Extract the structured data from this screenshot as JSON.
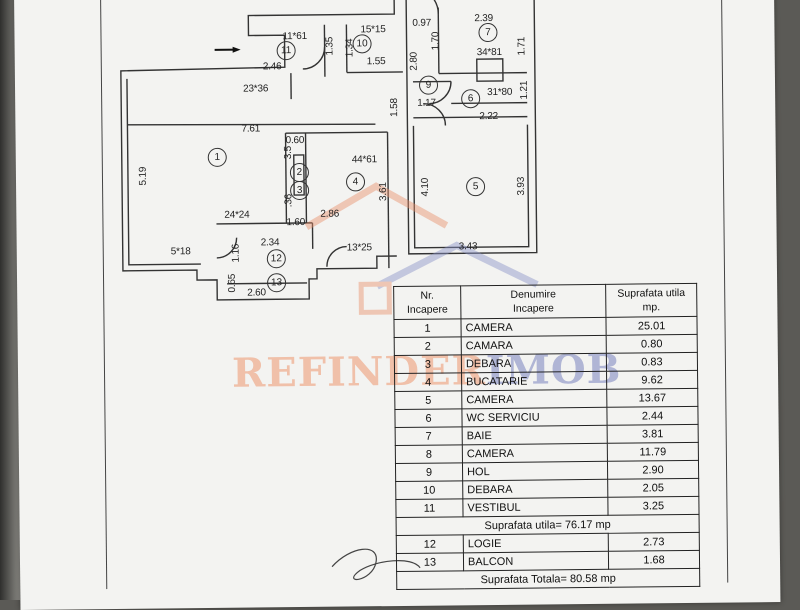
{
  "watermark": {
    "text_main": "REFINDER",
    "text_tail": "IMOB"
  },
  "plan": {
    "rooms": [
      "1",
      "2",
      "3",
      "4",
      "5",
      "6",
      "7",
      "9",
      "10",
      "11",
      "12",
      "13"
    ],
    "dims": {
      "d_11_61": "11*61",
      "d_15_15": "15*15",
      "d_0_97": "0.97",
      "d_2_39": "2.39",
      "d_1_35": "1.35",
      "d_1_34": "1.34",
      "d_1_70": "1.70",
      "d_1_71": "1.71",
      "d_2_46": "2.46",
      "d_1_55": "1.55",
      "d_2_80": "2.80",
      "d_34_81": "34*81",
      "d_23_36": "23*36",
      "d_31_80": "31*80",
      "d_1_21": "1.21",
      "d_1_58": "1.58",
      "d_1_17": "1.17",
      "d_2_22": "2.22",
      "d_7_61": "7.61",
      "d_0_60": "0.60",
      "d_44_61": "44*61",
      "d_5_19": "5.19",
      "d_4_10": "4.10",
      "d_3_93": "3.93",
      "d_3_61": "3.61",
      "d_2_86": "2.86",
      "d_24_24": "24*24",
      "d_1_60": "1.60",
      "d_2_34": "2.34",
      "d_5_18": "5*18",
      "d_1_16": "1.16",
      "d_13_25": "13*25",
      "d_3_43": "3.43",
      "d_0_65": "0.65",
      "d_2_60": "2.60",
      "d_3_5": "3.5",
      "d_36": ".36"
    }
  },
  "table": {
    "headers": {
      "nr": "Nr.\nIncapere",
      "den": "Denumire\nIncapere",
      "sup": "Suprafata utila\nmp."
    },
    "rows": [
      {
        "nr": "1",
        "name": "CAMERA",
        "area": "25.01"
      },
      {
        "nr": "2",
        "name": "CAMARA",
        "area": "0.80"
      },
      {
        "nr": "3",
        "name": "DEBARA",
        "area": "0.83"
      },
      {
        "nr": "4",
        "name": "BUCATARIE",
        "area": "9.62"
      },
      {
        "nr": "5",
        "name": "CAMERA",
        "area": "13.67"
      },
      {
        "nr": "6",
        "name": "WC SERVICIU",
        "area": "2.44"
      },
      {
        "nr": "7",
        "name": "BAIE",
        "area": "3.81"
      },
      {
        "nr": "8",
        "name": "CAMERA",
        "area": "11.79"
      },
      {
        "nr": "9",
        "name": "HOL",
        "area": "2.90"
      },
      {
        "nr": "10",
        "name": "DEBARA",
        "area": "2.05"
      },
      {
        "nr": "11",
        "name": "VESTIBUL",
        "area": "3.25"
      }
    ],
    "useful_total": "Suprafata utila= 76.17 mp",
    "extra_rows": [
      {
        "nr": "12",
        "name": "LOGIE",
        "area": "2.73"
      },
      {
        "nr": "13",
        "name": "BALCON",
        "area": "1.68"
      }
    ],
    "grand_total": "Suprafata Totala= 80.58 mp"
  }
}
